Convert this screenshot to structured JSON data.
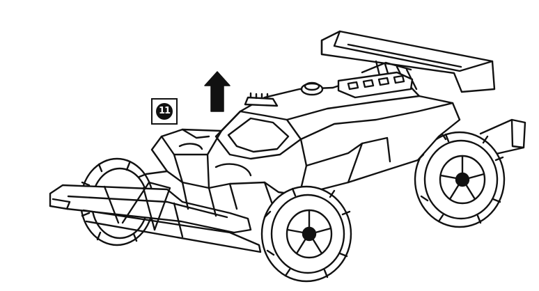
{
  "diagram": {
    "step_callout": {
      "label": "11"
    },
    "arrow_direction": "up",
    "icons": [
      "up-arrow-icon",
      "rc-buggy-illustration"
    ],
    "colors": {
      "line": "#111111",
      "background": "#ffffff"
    }
  }
}
